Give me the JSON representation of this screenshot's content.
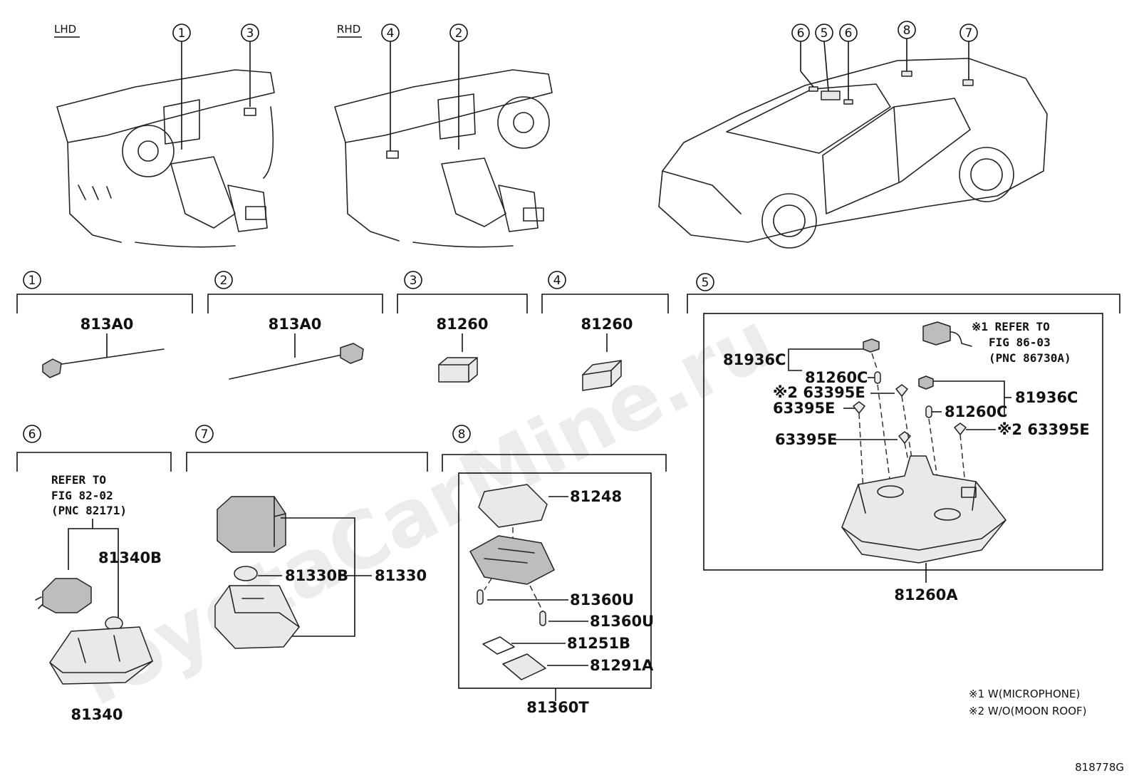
{
  "headers": {
    "lhd": "LHD",
    "rhd": "RHD"
  },
  "watermark": "ToyotaCarMine.ru",
  "figure_code": "818778G",
  "callout_numbers": {
    "lhd": [
      "1",
      "3"
    ],
    "rhd": [
      "4",
      "2"
    ],
    "car": [
      "6",
      "5",
      "6",
      "8",
      "7"
    ]
  },
  "sections": [
    "1",
    "2",
    "3",
    "4",
    "5",
    "6",
    "7",
    "8"
  ],
  "parts": {
    "s1": "813A0",
    "s2": "813A0",
    "s3": "81260",
    "s4": "81260",
    "s5": {
      "assembly": "81260A",
      "left_upper": "81936C",
      "left_bulb": "81260C",
      "left_screw_note": "※2 63395E",
      "left_screw": "63395E",
      "center_screw": "63395E",
      "right_upper": "81936C",
      "right_bulb": "81260C",
      "right_screw_note": "※2 63395E",
      "refer_line1": "※1 REFER TO",
      "refer_line2": "FIG 86-03",
      "refer_line3": "(PNC 86730A)"
    },
    "s6": {
      "refer_line1": "REFER TO",
      "refer_line2": "FIG 82-02",
      "refer_line3": "(PNC 82171)",
      "bulb": "81340B",
      "assembly": "81340"
    },
    "s7": {
      "bulb": "81330B",
      "assembly": "81330"
    },
    "s8": {
      "lens": "81248",
      "bulb1": "81360U",
      "bulb2": "81360U",
      "part1": "81251B",
      "part2": "81291A",
      "assembly": "81360T"
    }
  },
  "legend": [
    "※1 W(MICROPHONE)",
    "※2 W/O(MOON ROOF)"
  ]
}
